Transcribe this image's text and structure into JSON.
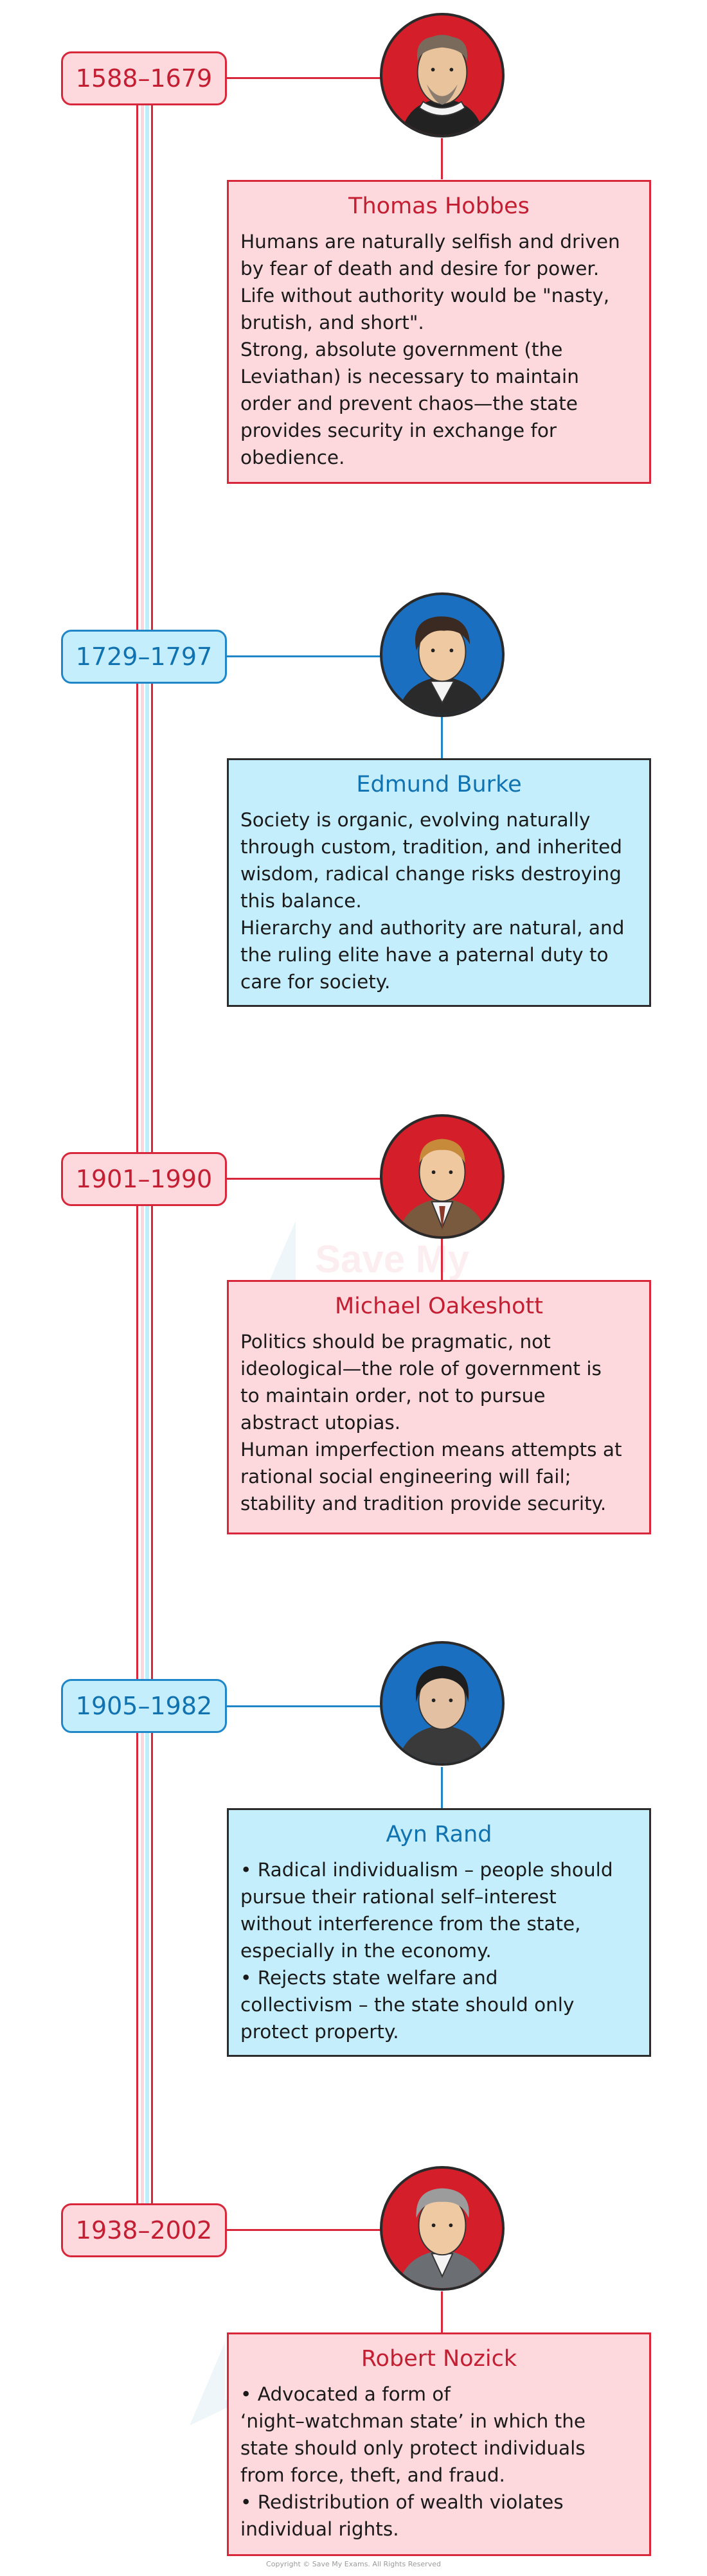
{
  "timeline": [
    {
      "dates": "1588–1679",
      "name": "Thomas Hobbes",
      "text": "Humans are naturally selfish and driven\nby fear of death and desire for power.\nLife without authority would be \"nasty,\nbrutish, and short\".\nStrong, absolute government (the\nLeviathan) is necessary to maintain\norder and prevent chaos—the state\nprovides security in exchange for\nobedience.",
      "theme_color": "#d8263b"
    },
    {
      "dates": "1729–1797",
      "name": "Edmund Burke",
      "text": "Society is organic, evolving naturally\nthrough custom, tradition, and inherited\nwisdom, radical change risks destroying\nthis balance.\nHierarchy and authority are natural, and\nthe ruling elite have a paternal duty to\ncare for society.",
      "theme_color": "#1f86c8"
    },
    {
      "dates": "1901–1990",
      "name": "Michael Oakeshott",
      "text": "Politics should be pragmatic, not\nideological—the role of government is\nto maintain order, not to pursue\nabstract utopias.\nHuman imperfection means attempts at\nrational social engineering will fail;\nstability and tradition provide security.",
      "theme_color": "#d8263b"
    },
    {
      "dates": "1905–1982",
      "name": "Ayn Rand",
      "text": "• Radical individualism – people should\npursue their rational self–interest\nwithout interference from the state,\nespecially in the economy.\n• Rejects state welfare and\ncollectivism – the state should only\nprotect property.",
      "theme_color": "#1f86c8"
    },
    {
      "dates": "1938–2002",
      "name": "Robert Nozick",
      "text": "• Advocated a form of\n‘night–watchman state’ in which the\nstate should only protect individuals\nfrom force, theft, and fraud.\n• Redistribution of wealth violates\nindividual rights.",
      "theme_color": "#d8263b"
    }
  ],
  "watermark": "Save My Exams",
  "copyright": "Copyright © Save My Exams. All Rights Reserved"
}
